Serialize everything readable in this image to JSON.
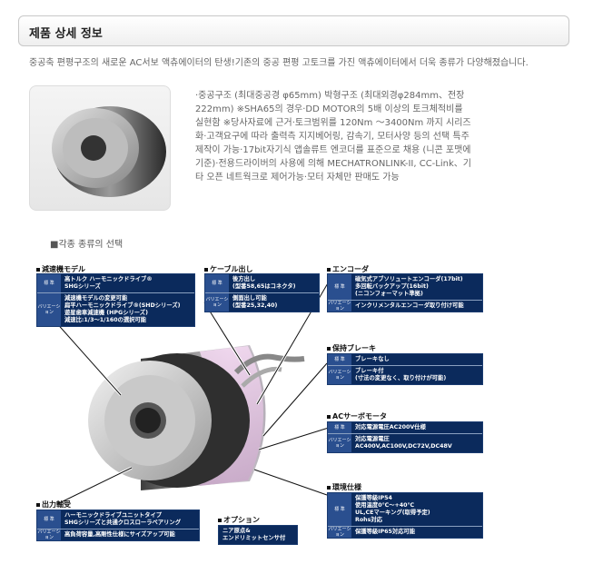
{
  "header": {
    "title": "제품 상세 정보"
  },
  "intro": "중공축 편평구조의 새로운 AC서보 액츄에이터의 탄생!기존의 중공 편평 고토크를 가진 액츄에이터에서 더욱 종류가 다양해졌습니다.",
  "description": "·중공구조 (최대중공경 φ65mm)    박형구조 (최대외경φ284mm、전장222mm)    ※SHA65의 경우·DD MOTOR의 5배 이상의 토크체적비를 실현함  ※당사자료에 근거·토크범위를 120Nm ～3400Nm 까지 시리즈화·고객요구에 따라 출력측 지지베어링, 감속기, 모터사양   등의 선택 특주제작이 가능·17bit자기식 앱솔류트 엔코더를 표준으로 채용  (니콘 포맷에 기준)·전용드라이버의 사용에 의해 MECHATRONLINK-II,    CC-Link、기타 오픈 네트웍크로 제어가능·모터 자체만 판매도 가능",
  "selection_title": "■각종 종류의 선택",
  "diagram": {
    "sections": [
      {
        "key": "reducer",
        "label": "減速機モデル",
        "rows": [
          {
            "tag": "標 準",
            "lines": [
              "高トルク ハーモニックドライブ®",
              "SHGシリーズ"
            ]
          },
          {
            "tag": "バリエーション",
            "lines": [
              "減速機モデルの変更可能",
              "扁平ハーモニックドライブ®(SHDシリーズ)",
              "遊星歯車減速機 (HPGシリーズ)",
              "減速比:1/3～1/160の選択可能"
            ]
          }
        ]
      },
      {
        "key": "cable",
        "label": "ケーブル出し",
        "rows": [
          {
            "tag": "標 準",
            "lines": [
              "後方出し",
              "(型番58,65はコネクタ)"
            ]
          },
          {
            "tag": "バリエーション",
            "lines": [
              "側面出し可能",
              "(型番25,32,40)"
            ]
          }
        ]
      },
      {
        "key": "encoder",
        "label": "エンコーダ",
        "rows": [
          {
            "tag": "標 準",
            "lines": [
              "磁気式アブソリュートエンコーダ(17bit)",
              "多回転バックアップ(16bit)",
              "(ニコンフォーマット準拠)"
            ]
          },
          {
            "tag": "バリエーション",
            "lines": [
              "インクリメンタルエンコーダ取り付け可能"
            ]
          }
        ]
      },
      {
        "key": "brake",
        "label": "保持ブレーキ",
        "rows": [
          {
            "tag": "標 準",
            "lines": [
              "ブレーキなし"
            ]
          },
          {
            "tag": "バリエーション",
            "lines": [
              "ブレーキ付",
              "(寸法の変更なく、取り付けが可能)"
            ]
          }
        ]
      },
      {
        "key": "motor",
        "label": "ACサーボモータ",
        "rows": [
          {
            "tag": "標 準",
            "lines": [
              "対応電源電圧AC200V仕様"
            ]
          },
          {
            "tag": "バリエーション",
            "lines": [
              "対応電源電圧",
              "AC400V,AC100V,DC72V,DC48V"
            ]
          }
        ]
      },
      {
        "key": "env",
        "label": "環境仕様",
        "rows": [
          {
            "tag": "標 準",
            "lines": [
              "保護等級IP54",
              "使用温度0℃～+40℃",
              "UL,CEマーキング(取得予定)",
              "Rohs対応"
            ]
          },
          {
            "tag": "バリエーション",
            "lines": [
              "保護等級IP65対応可能"
            ]
          }
        ]
      },
      {
        "key": "bearing",
        "label": "出力軸受",
        "rows": [
          {
            "tag": "標 準",
            "lines": [
              "ハーモニックドライブユニットタイプ",
              "SHGシリーズと共通クロスローラベアリング"
            ]
          },
          {
            "tag": "バリエーション",
            "lines": [
              "高負荷容量,高剛性仕様にサイズアップ可能"
            ]
          }
        ]
      },
      {
        "key": "option",
        "label": "オプション",
        "rows": [
          {
            "tag": "",
            "lines": [
              "ニア原点&",
              "エンドリミットセンサ付"
            ]
          }
        ]
      }
    ]
  }
}
